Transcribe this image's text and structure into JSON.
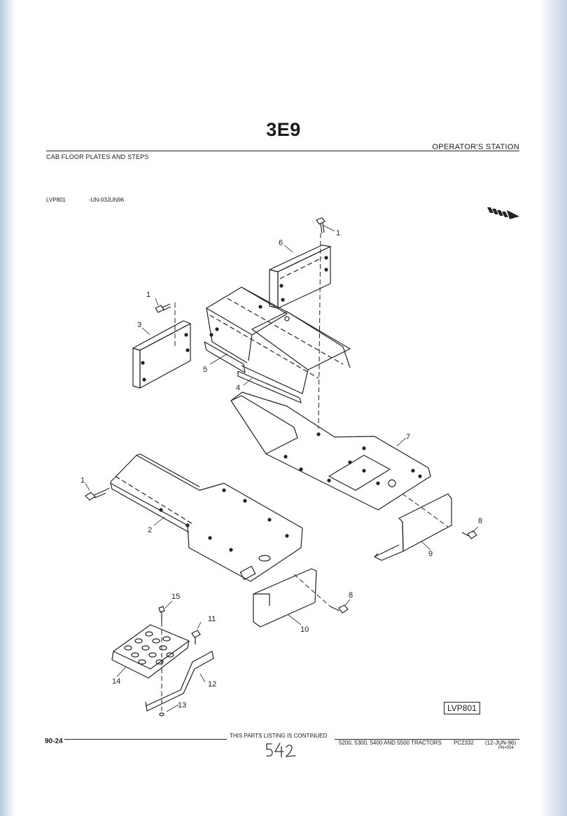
{
  "header": {
    "section_code": "3E9",
    "section_name": "OPERATOR'S STATION",
    "sub_title": "CAB FLOOR PLATES AND STEPS",
    "figure_id": "LVP801",
    "figure_date": "-UN-03JUN96"
  },
  "drawing": {
    "callouts": [
      "1",
      "1",
      "1",
      "2",
      "3",
      "4",
      "5",
      "6",
      "7",
      "8",
      "8",
      "9",
      "10",
      "11",
      "12",
      "13",
      "14",
      "15"
    ],
    "reference_box": "LVP801",
    "handwritten_note": "542"
  },
  "footer": {
    "page_number": "90-24",
    "continued_text": "THIS PARTS LISTING IS CONTINUED",
    "tractors_text": "5200, 5300, 5400 AND 5500 TRACTORS",
    "pc_code": "PC2332",
    "pc_date": "(12-JUN-96)",
    "pn": "PN=554"
  }
}
